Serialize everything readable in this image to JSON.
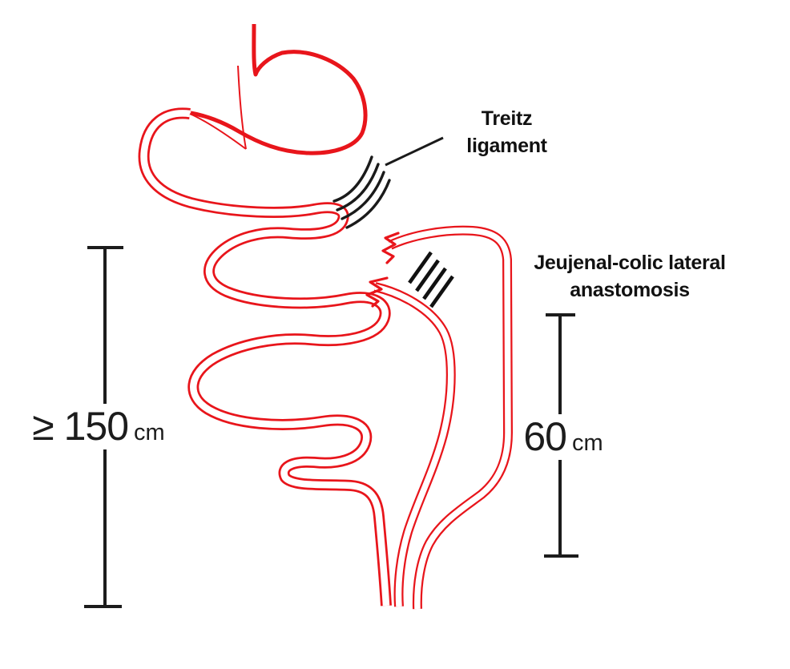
{
  "figure": {
    "type": "medical-diagram",
    "subject": "jejuno-colic lateral anastomosis with ligament of Treitz reference",
    "colors": {
      "bowel_red": "#e8151b",
      "annotation_black": "#1a1a1a",
      "label_text": "#111111",
      "background": "#ffffff"
    },
    "labels": {
      "treitz_line1": "Treitz",
      "treitz_line2": "ligament",
      "anastomosis_line1": "Jeujenal-colic lateral",
      "anastomosis_line2": "anastomosis"
    },
    "measurements": {
      "left": {
        "value": "≥ 150",
        "unit": "cm",
        "meaning": "alimentary limb length at least 150 cm"
      },
      "right": {
        "value": "60",
        "unit": "cm",
        "meaning": "distal limb length 60 cm"
      }
    },
    "icons": {
      "treitz_hatching": "four nested black arcs marking ligament of Treitz",
      "suture_marks": "four parallel black hash lines marking the lateral anastomosis",
      "measurement_brackets": "vertical capped I-beam lines"
    }
  }
}
